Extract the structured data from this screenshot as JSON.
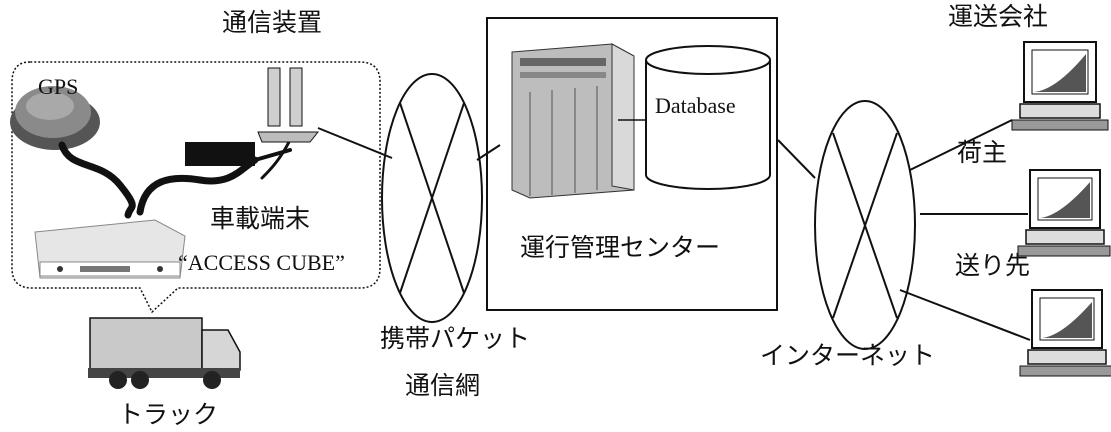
{
  "colors": {
    "ink": "#111111",
    "paper": "#ffffff",
    "shade_light": "#e6e6e6",
    "shade_mid": "#b8b8b8",
    "shade_dark": "#555555"
  },
  "labels": {
    "comm_device": "通信装置",
    "gps": "GPS",
    "onboard_terminal": "車載端末",
    "access_cube": "“ACCESS CUBE”",
    "truck": "トラック",
    "mobile_network_line1": "携帯パケット",
    "mobile_network_line2": "通信網",
    "database": "Database",
    "operation_center": "運行管理センター",
    "internet": "インターネット",
    "transport_company": "運送会社",
    "shipper": "荷主",
    "destination": "送り先"
  },
  "icons": {
    "gps": "gps-antenna-icon",
    "comm_device": "communication-device-icon",
    "terminal": "onboard-terminal-icon",
    "truck": "truck-icon",
    "server": "server-rack-icon",
    "database": "database-cylinder-icon",
    "computer": "desktop-computer-icon"
  }
}
